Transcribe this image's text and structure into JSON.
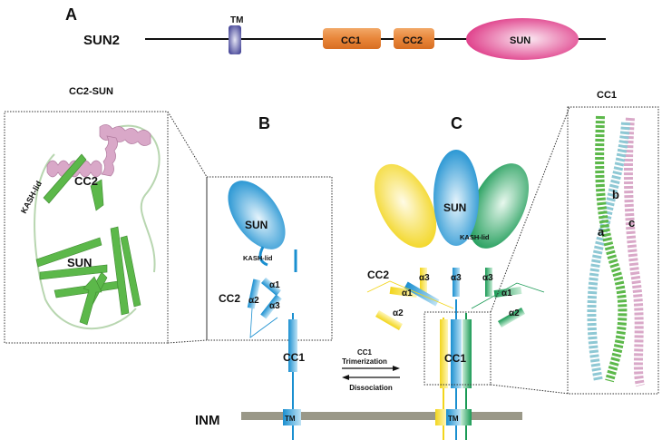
{
  "panels": {
    "A": {
      "letter": "A",
      "protein": "SUN2",
      "domains": [
        "TM",
        "CC1",
        "CC2",
        "SUN"
      ]
    },
    "structure_left": {
      "title": "CC2-SUN",
      "labels": [
        "CC2",
        "KASH-lid",
        "SUN"
      ]
    },
    "B": {
      "letter": "B",
      "sun": "SUN",
      "kash_lid": "KASH-lid",
      "cc2": "CC2",
      "alpha1": "α1",
      "alpha2": "α2",
      "alpha3": "α3",
      "cc1": "CC1",
      "tm": "TM"
    },
    "C": {
      "letter": "C",
      "sun": "SUN",
      "kash_lid": "KASH-lid",
      "cc2": "CC2",
      "alpha1": "α1",
      "alpha2": "α2",
      "alpha3": "α3",
      "cc1": "CC1",
      "tm": "TM"
    },
    "structure_right": {
      "title": "CC1",
      "chains": [
        "a",
        "b",
        "c"
      ]
    }
  },
  "arrows": {
    "forward": "CC1\nTrimerization",
    "forward_line1": "CC1",
    "forward_line2": "Trimerization",
    "backward": "Dissociation"
  },
  "membrane": {
    "label": "INM"
  },
  "colors": {
    "tm": "#4a4a9a",
    "cc_orange": "#e8863a",
    "sun_pink": "#e0428c",
    "blue": "#1a8fd0",
    "yellow": "#f2d51c",
    "green": "#1a9a55",
    "membrane": "#9a9888",
    "helix_pink": "#d9a8c8",
    "helix_green": "#5cb84a",
    "helix_cyan": "#8ec8d4"
  }
}
